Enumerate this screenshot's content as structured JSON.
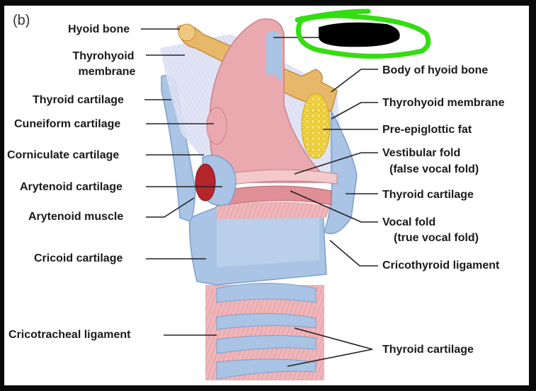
{
  "panel_label": "(b)",
  "labels_left": {
    "hyoid_bone": "Hyoid bone",
    "thyrohyoid_membrane_line1": "Thyrohyoid",
    "thyrohyoid_membrane_line2": "membrane",
    "thyroid_cartilage": "Thyroid cartilage",
    "cuneiform_cartilage": "Cuneiform cartilage",
    "corniculate_cartilage": "Corniculate cartilage",
    "arytenoid_cartilage": "Arytenoid cartilage",
    "arytenoid_muscle": "Arytenoid muscle",
    "cricoid_cartilage": "Cricoid cartilage",
    "cricotracheal_ligament": "Cricotracheal ligament"
  },
  "labels_right": {
    "body_of_hyoid_bone": "Body of hyoid bone",
    "thyrohyoid_membrane": "Thyrohyoid membrane",
    "pre_epiglottic_fat": "Pre-epiglottic fat",
    "vestibular_fold_line1": "Vestibular fold",
    "vestibular_fold_line2": "(false vocal fold)",
    "thyroid_cartilage": "Thyroid cartilage",
    "vocal_fold_line1": "Vocal fold",
    "vocal_fold_line2": "(true vocal fold)",
    "cricothyroid_ligament": "Cricothyroid ligament",
    "thyroid_cartilage_bottom": "Thyroid cartilage"
  },
  "colors": {
    "background": "#0a0a0a",
    "panel": "#ffffff",
    "cartilage_blue": "#a9c4e4",
    "cartilage_blue_dark": "#7f9fcb",
    "mucosa_pink": "#e9a9ae",
    "mucosa_pink_light": "#f3c9cb",
    "hyoid_gold": "#e8b86a",
    "fat_yellow": "#f2d23a",
    "muscle_red": "#b5262a",
    "membrane_lavender": "#d6daf0",
    "annotation_green": "#33dd11",
    "redaction_black": "#000000"
  },
  "annotations": {
    "green_circle": "hand-drawn highlight",
    "redaction": "black scribble covering label"
  }
}
